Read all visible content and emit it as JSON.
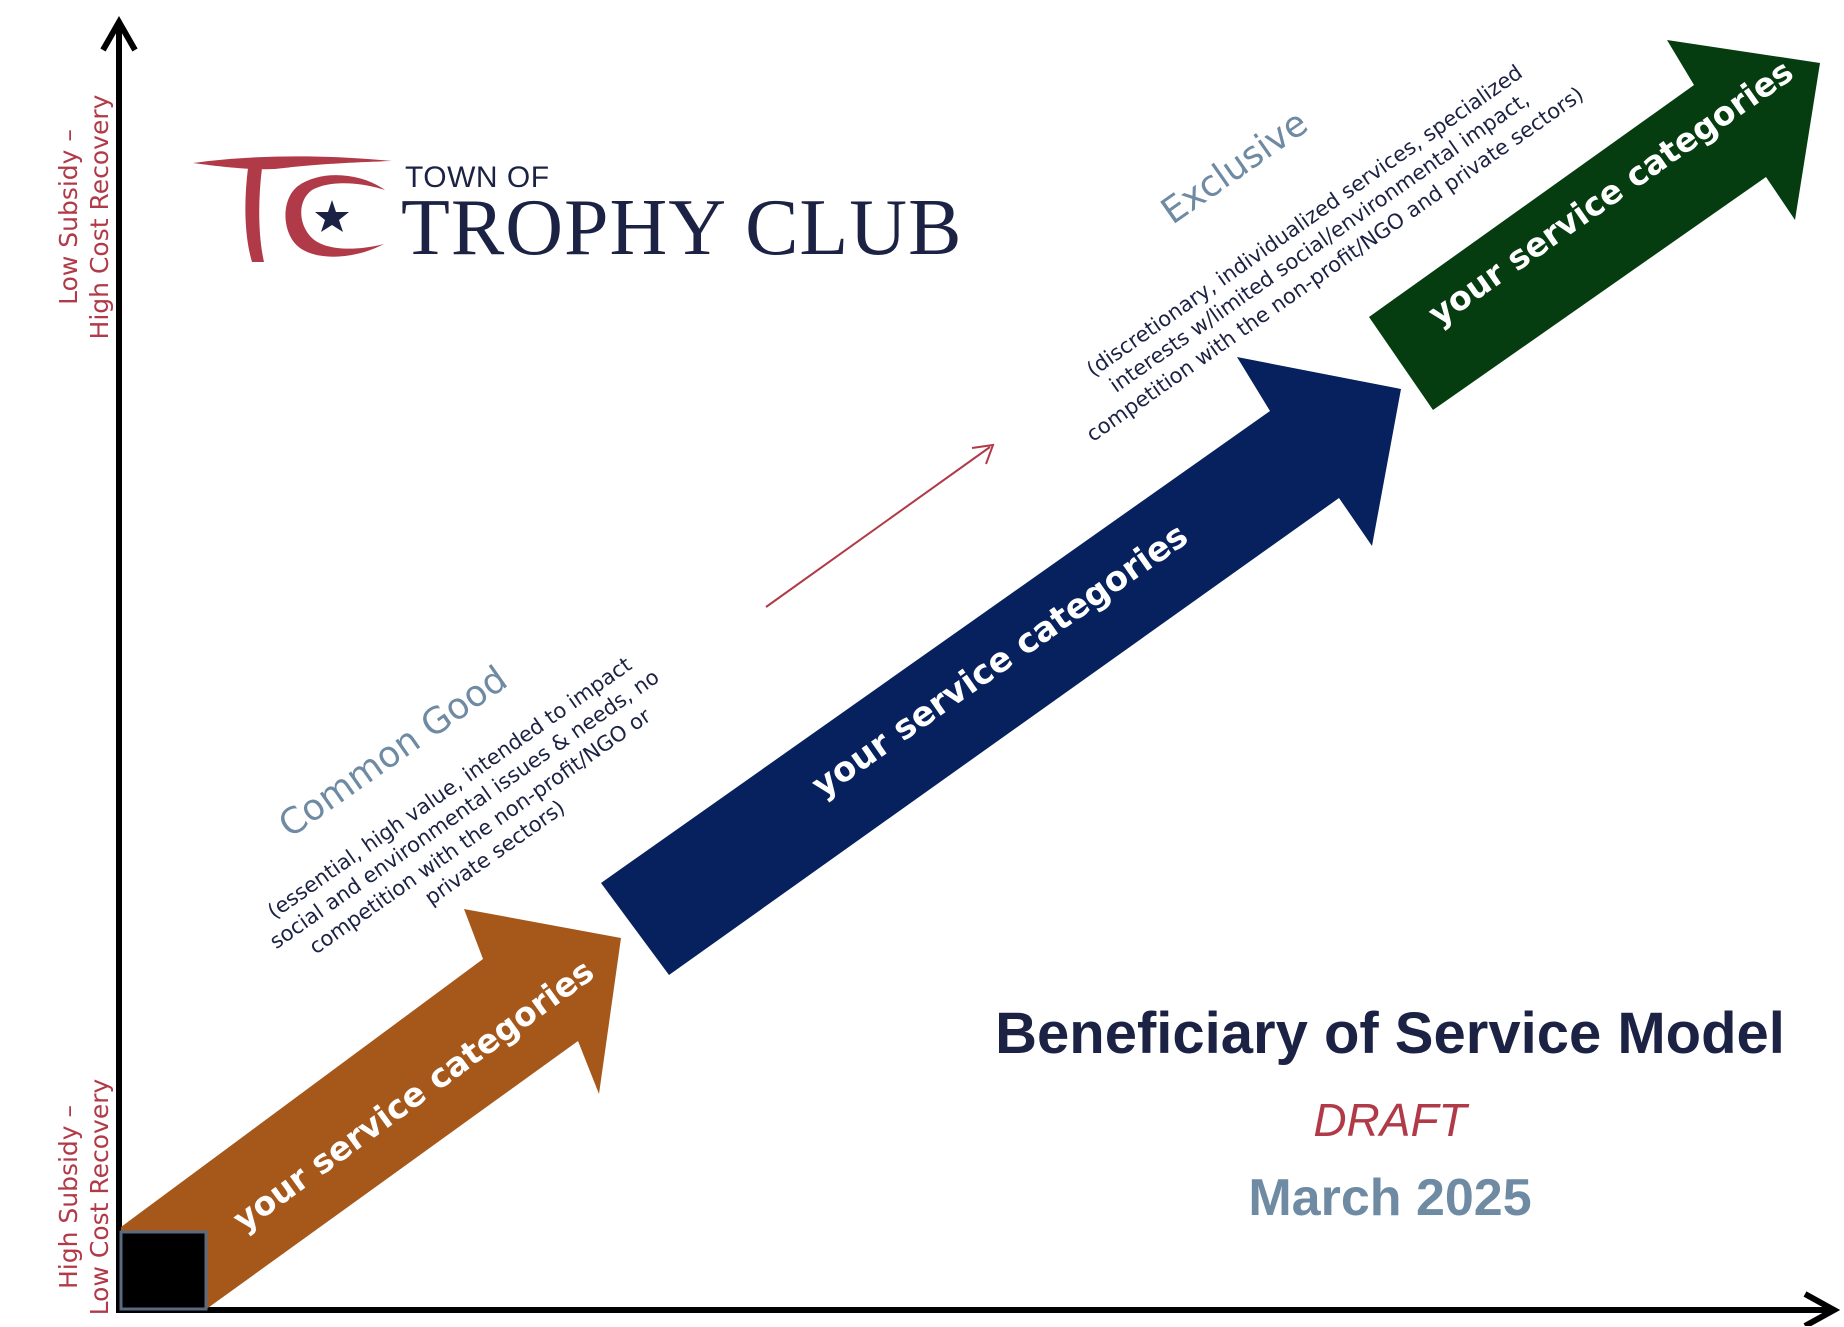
{
  "logo": {
    "line1": "TOWN OF",
    "line2": "TROPHY CLUB"
  },
  "y_axis": {
    "top_label_line1": "Low Subsidy –",
    "top_label_line2": "High Cost Recovery",
    "bottom_label_line1": "High Subsidy –",
    "bottom_label_line2": "Low Cost Recovery"
  },
  "categories": {
    "common_good": {
      "title": "Common Good",
      "description": "(essential, high value, intended to impact social and environmental issues & needs, no competition with the non-profit/NGO or private sectors)"
    },
    "exclusive": {
      "title": "Exclusive",
      "description": "(discretionary, individualized services, specialized interests w/limited social/environmental impact, competition with the non-profit/NGO and private sectors)"
    }
  },
  "arrows": [
    {
      "label": "your service categories",
      "color": "#a6581b"
    },
    {
      "label": "your service categories",
      "color": "#06215e"
    },
    {
      "label": "your service categories",
      "color": "#063d10"
    }
  ],
  "title": {
    "main": "Beneficiary of Service Model",
    "status": "DRAFT",
    "date": "March 2025"
  },
  "colors": {
    "navy": "#1c2244",
    "brand_red": "#b03a48",
    "slate": "#6f8aa3",
    "axis": "#000000"
  }
}
